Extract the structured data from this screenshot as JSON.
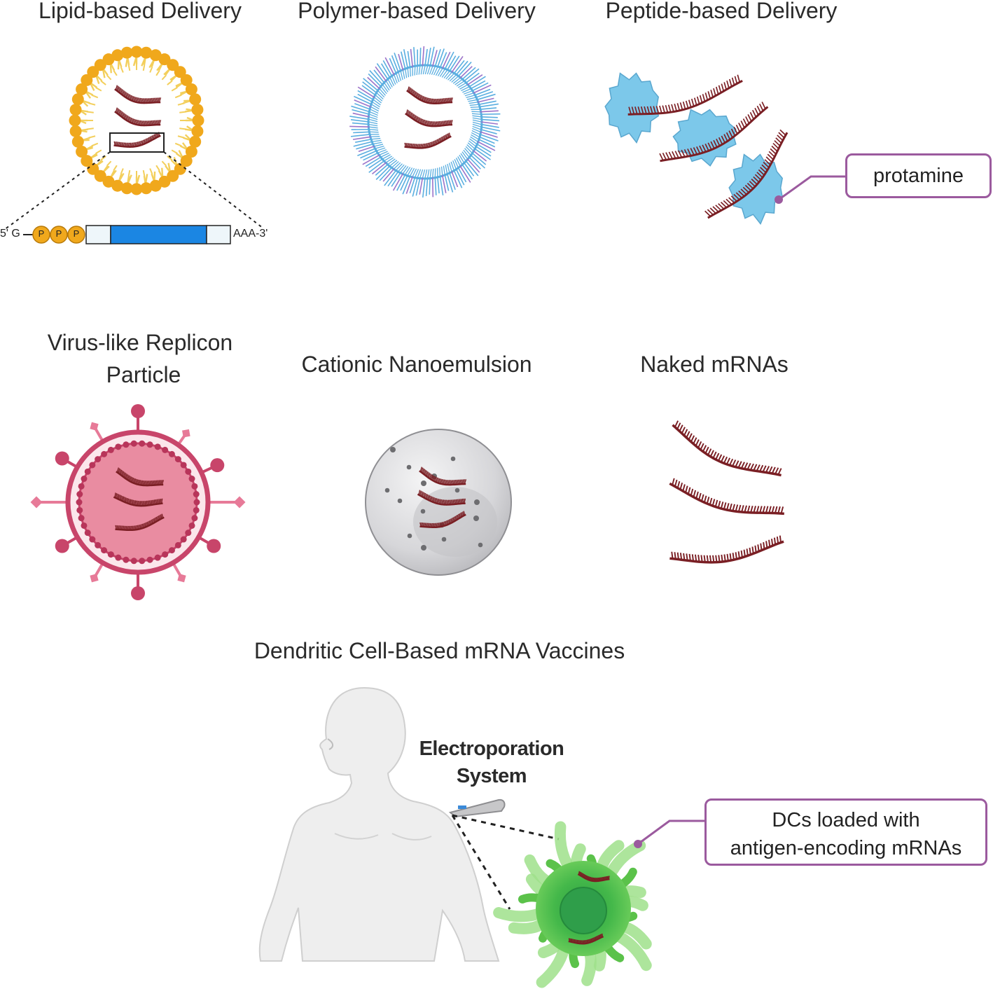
{
  "panels": {
    "lipid": {
      "title": "Lipid-based Delivery",
      "five_prime": "5' G",
      "phosphate": "P",
      "three_prime": "AAA-3'"
    },
    "polymer": {
      "title": "Polymer-based Delivery"
    },
    "peptide": {
      "title": "Peptide-based Delivery",
      "callout": "protamine"
    },
    "vrp": {
      "title_line1": "Virus-like Replicon",
      "title_line2": "Particle"
    },
    "cne": {
      "title": "Cationic Nanoemulsion"
    },
    "naked": {
      "title": "Naked mRNAs"
    },
    "dc": {
      "title": "Dendritic Cell-Based mRNA Vaccines",
      "device_line1": "Electroporation",
      "device_line2": "System",
      "callout_line1": "DCs loaded with",
      "callout_line2": "antigen-encoding mRNAs"
    }
  },
  "colors": {
    "lipid_head": "#f0a81c",
    "lipid_tail": "#f3cf5c",
    "mrna": "#7a1f24",
    "polymer": "#5aaee0",
    "peptide": "#7cc8ea",
    "virus": "#c8456a",
    "virus_fill": "#e98ca1",
    "cne": "#c9c9cc",
    "dc": "#5bc24a",
    "callout_border": "#9b5a9e",
    "utr_blue": "#1b86e3"
  }
}
